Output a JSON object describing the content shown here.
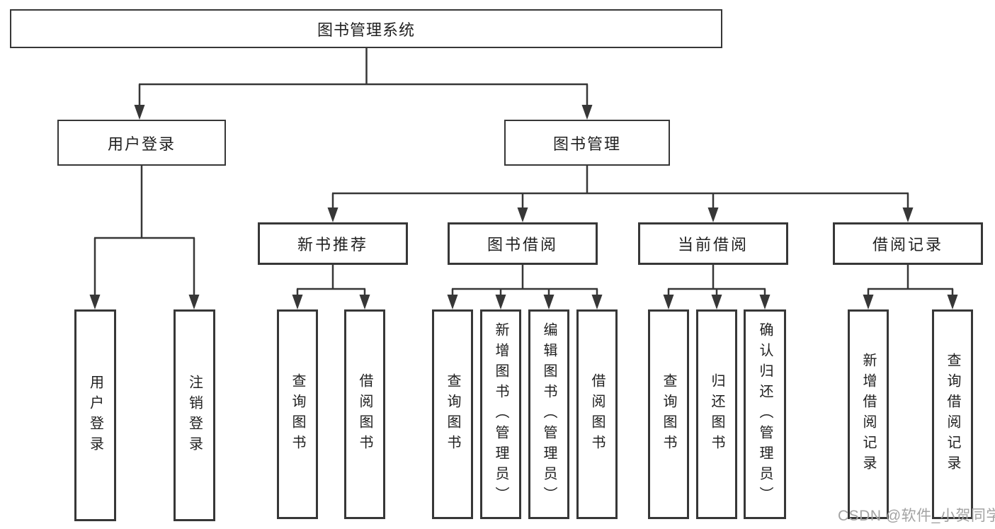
{
  "nodes": {
    "root": "图书管理系统",
    "level2": [
      {
        "label": "用户登录"
      },
      {
        "label": "图书管理"
      }
    ],
    "login_children": [
      "用户登录",
      "注销登录"
    ],
    "branches": [
      {
        "label": "新书推荐",
        "children": [
          "查询图书",
          "借阅图书"
        ]
      },
      {
        "label": "图书借阅",
        "children": [
          "查询图书",
          "新增图书（管理员）",
          "编辑图书（管理员）",
          "借阅图书"
        ]
      },
      {
        "label": "当前借阅",
        "children": [
          "查询图书",
          "归还图书",
          "确认归还（管理员）"
        ]
      },
      {
        "label": "借阅记录",
        "children": [
          "新增借阅记录",
          "查询借阅记录"
        ]
      }
    ]
  },
  "watermark": "CSDN @软件_小贺同学",
  "colors": {
    "line": "#373737",
    "text": "#212121",
    "watermark": "#a3a3a3",
    "background": "#ffffff"
  }
}
